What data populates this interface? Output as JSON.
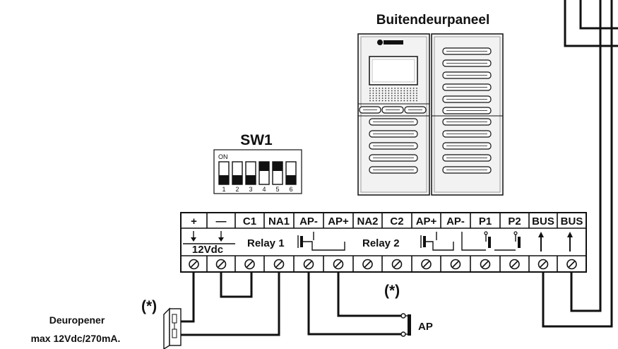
{
  "panel": {
    "title": "Buitendeurpaneel",
    "brand_logo": "golmar-logo"
  },
  "dip_switch": {
    "title": "SW1",
    "on_label": "ON",
    "numbers": [
      "1",
      "2",
      "3",
      "4",
      "5",
      "6"
    ],
    "positions_on": [
      false,
      false,
      false,
      true,
      true,
      false
    ]
  },
  "terminal_block": {
    "terminals": [
      "+",
      "—",
      "C1",
      "NA1",
      "AP-",
      "AP+",
      "NA2",
      "C2",
      "AP+",
      "AP-",
      "P1",
      "P2",
      "BUS",
      "BUS"
    ],
    "supply_label": "12Vdc",
    "relay1_label": "Relay 1",
    "relay2_label": "Relay 2"
  },
  "door_opener": {
    "asterisk": "(*)",
    "line1": "Deuropener",
    "line2": "max 12Vdc/270mA."
  },
  "push_button": {
    "asterisk": "(*)",
    "label": "AP"
  },
  "icons": [
    "screw-terminal-icon",
    "arrow-down-icon",
    "arrow-up-icon",
    "relay-contact-icon",
    "push-button-icon",
    "door-opener-icon"
  ]
}
